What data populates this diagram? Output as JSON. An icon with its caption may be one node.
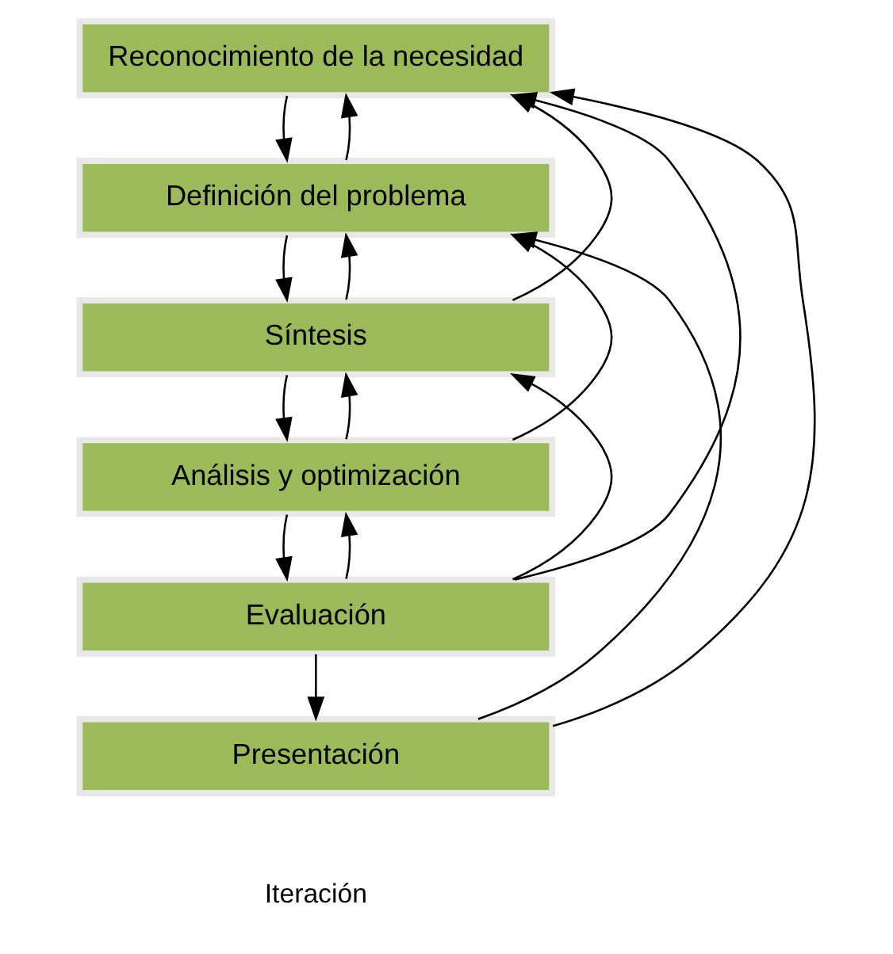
{
  "diagram": {
    "nodes": [
      {
        "text": [
          "Reconocimiento de la necesidad"
        ]
      },
      {
        "text": [
          "Definición del problema"
        ]
      },
      {
        "text": [
          "Síntesis"
        ]
      },
      {
        "text": [
          "Análisis y optimización"
        ]
      },
      {
        "text": [
          "Evaluación"
        ]
      },
      {
        "text": [
          "Presentación"
        ]
      }
    ],
    "edges": [
      {
        "from": 0,
        "to": 1,
        "arrow": "to"
      },
      {
        "from": 1,
        "to": 2,
        "arrow": "to"
      },
      {
        "from": 2,
        "to": 3,
        "arrow": "to"
      },
      {
        "from": 3,
        "to": 4,
        "arrow": "to"
      },
      {
        "from": 4,
        "to": 5,
        "arrow": "to"
      },
      {
        "from": 4,
        "to": 0,
        "arrow": "to"
      },
      {
        "from": 1,
        "to": 0,
        "arrow": "to"
      },
      {
        "from": 5,
        "to": 1,
        "arrow": "to"
      },
      {
        "from": 3,
        "to": 1,
        "arrow": "to"
      },
      {
        "from": 5,
        "to": 0,
        "arrow": "to"
      },
      {
        "from": 2,
        "to": 0,
        "arrow": "to"
      },
      {
        "from": 2,
        "to": 1,
        "arrow": "to"
      },
      {
        "from": 4,
        "to": 2,
        "arrow": "to"
      },
      {
        "from": 3,
        "to": 2,
        "arrow": "to"
      },
      {
        "from": 4,
        "to": 3,
        "arrow": "to"
      }
    ],
    "labels": [
      "Iteración"
    ]
  }
}
